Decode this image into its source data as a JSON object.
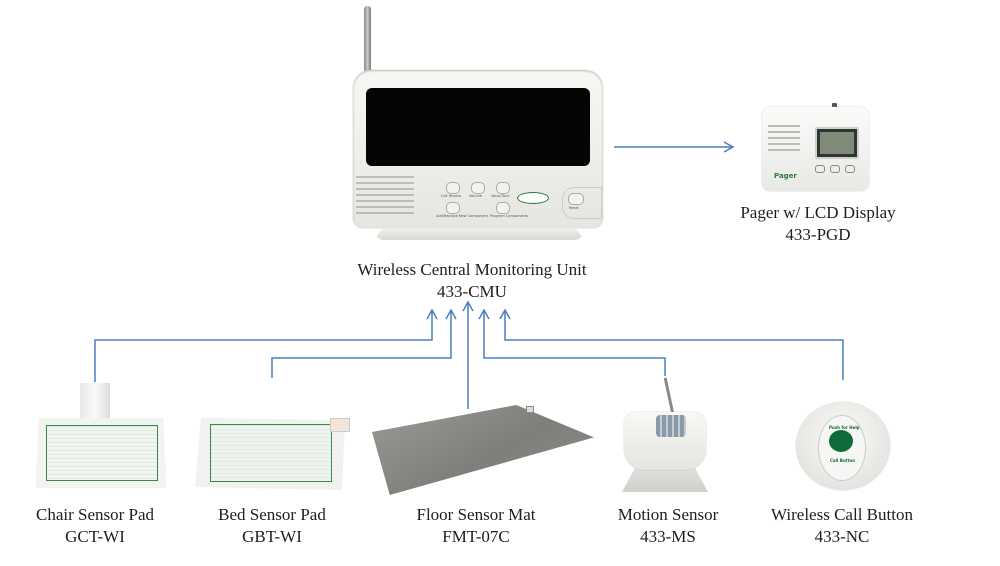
{
  "diagram": {
    "hub": {
      "name": "Wireless Central Monitoring Unit",
      "model": "433-CMU",
      "buttons": [
        "Call Review",
        "Volume",
        "Voice/Tone",
        "Add/Replace New Component",
        "Program Components",
        "Reset"
      ]
    },
    "output": {
      "name": "Pager w/ LCD Display",
      "model": "433-PGD",
      "brand_text": "Pager"
    },
    "inputs": [
      {
        "name": "Chair Sensor Pad",
        "model": "GCT-WI"
      },
      {
        "name": "Bed Sensor Pad",
        "model": "GBT-WI"
      },
      {
        "name": "Floor Sensor Mat",
        "model": "FMT-07C"
      },
      {
        "name": "Motion Sensor",
        "model": "433-MS"
      },
      {
        "name": "Wireless Call Button",
        "model": "433-NC",
        "top_text": "Push for Help",
        "bottom_text": "Call Button"
      }
    ],
    "connector_color": "#4a7fc0"
  }
}
